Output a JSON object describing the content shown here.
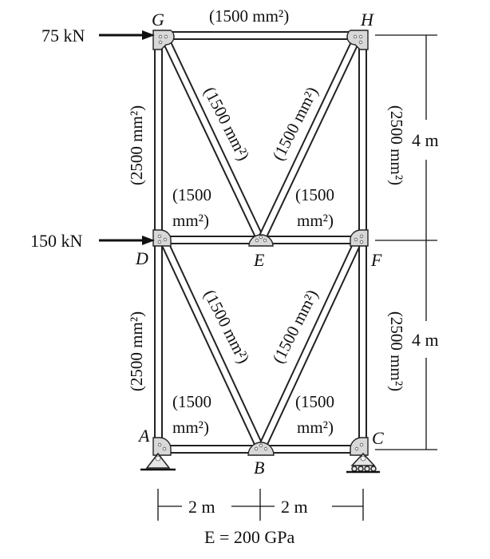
{
  "nodes": {
    "G": "G",
    "H": "H",
    "D": "D",
    "E": "E",
    "F": "F",
    "A": "A",
    "B": "B",
    "C": "C"
  },
  "loads": {
    "top": "75 kN",
    "mid": "150 kN"
  },
  "members": {
    "GH": "(1500 mm²)",
    "GE": "(1500 mm²)",
    "HE": "(1500 mm²)",
    "GD": "(2500 mm²)",
    "HF": "(2500 mm²)",
    "DE_l1": "(1500",
    "DE_l2": "mm²)",
    "EF_l1": "(1500",
    "EF_l2": "mm²)",
    "DB": "(1500 mm²)",
    "FB": "(1500 mm²)",
    "DA": "(2500 mm²)",
    "FC": "(2500 mm²)",
    "AB_l1": "(1500",
    "AB_l2": "mm²)",
    "BC_l1": "(1500",
    "BC_l2": "mm²)"
  },
  "dimensions": {
    "upper_height": "4 m",
    "lower_height": "4 m",
    "left_width": "2 m",
    "right_width": "2 m"
  },
  "material": {
    "modulus": "E = 200 GPa"
  }
}
